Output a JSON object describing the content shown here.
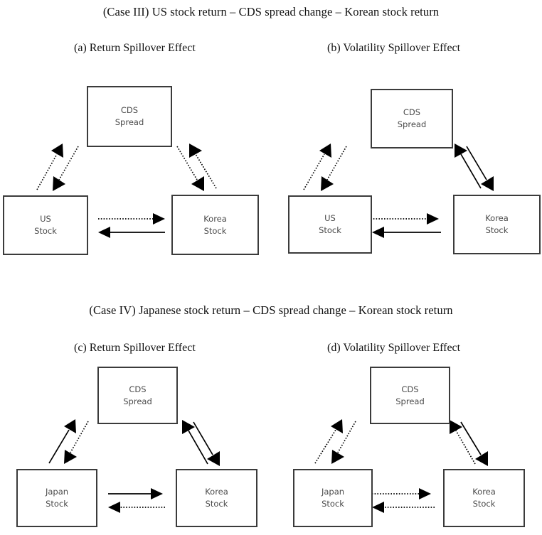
{
  "figure": {
    "cases": [
      {
        "id": "case3",
        "title": "(Case III) US stock return – CDS spread change – Korean stock return",
        "panels": [
          {
            "id": "panel-a",
            "label": "(a) Return Spillover Effect",
            "nodes": {
              "top": {
                "line1": "CDS",
                "line2": "Spread"
              },
              "left": {
                "line1": "US",
                "line2": "Stock"
              },
              "right": {
                "line1": "Korea",
                "line2": "Stock"
              }
            },
            "edges": [
              {
                "name": "left-stock-to-cds",
                "from": "US Stock",
                "to": "CDS Spread",
                "style": "dotted"
              },
              {
                "name": "cds-to-left-stock",
                "from": "CDS Spread",
                "to": "US Stock",
                "style": "dotted"
              },
              {
                "name": "right-stock-to-cds",
                "from": "Korea Stock",
                "to": "CDS Spread",
                "style": "dotted"
              },
              {
                "name": "cds-to-right-stock",
                "from": "CDS Spread",
                "to": "Korea Stock",
                "style": "dotted"
              },
              {
                "name": "left-stock-to-right-stock",
                "from": "US Stock",
                "to": "Korea Stock",
                "style": "dotted"
              },
              {
                "name": "right-stock-to-left-stock",
                "from": "Korea Stock",
                "to": "US Stock",
                "style": "solid"
              }
            ]
          },
          {
            "id": "panel-b",
            "label": "(b) Volatility Spillover Effect",
            "nodes": {
              "top": {
                "line1": "CDS",
                "line2": "Spread"
              },
              "left": {
                "line1": "US",
                "line2": "Stock"
              },
              "right": {
                "line1": "Korea",
                "line2": "Stock"
              }
            },
            "edges": [
              {
                "name": "left-stock-to-cds",
                "from": "US Stock",
                "to": "CDS Spread",
                "style": "dotted"
              },
              {
                "name": "cds-to-left-stock",
                "from": "CDS Spread",
                "to": "US Stock",
                "style": "dotted"
              },
              {
                "name": "right-stock-to-cds",
                "from": "Korea Stock",
                "to": "CDS Spread",
                "style": "solid"
              },
              {
                "name": "cds-to-right-stock",
                "from": "CDS Spread",
                "to": "Korea Stock",
                "style": "solid"
              },
              {
                "name": "left-stock-to-right-stock",
                "from": "US Stock",
                "to": "Korea Stock",
                "style": "dotted"
              },
              {
                "name": "right-stock-to-left-stock",
                "from": "Korea Stock",
                "to": "US Stock",
                "style": "solid"
              }
            ]
          }
        ]
      },
      {
        "id": "case4",
        "title": "(Case IV) Japanese stock return – CDS spread change – Korean stock return",
        "panels": [
          {
            "id": "panel-c",
            "label": "(c) Return Spillover Effect",
            "nodes": {
              "top": {
                "line1": "CDS",
                "line2": "Spread"
              },
              "left": {
                "line1": "Japan",
                "line2": "Stock"
              },
              "right": {
                "line1": "Korea",
                "line2": "Stock"
              }
            },
            "edges": [
              {
                "name": "left-stock-to-cds",
                "from": "Japan Stock",
                "to": "CDS Spread",
                "style": "solid"
              },
              {
                "name": "cds-to-left-stock",
                "from": "CDS Spread",
                "to": "Japan Stock",
                "style": "dotted"
              },
              {
                "name": "right-stock-to-cds",
                "from": "Korea Stock",
                "to": "CDS Spread",
                "style": "solid"
              },
              {
                "name": "cds-to-right-stock",
                "from": "CDS Spread",
                "to": "Korea Stock",
                "style": "solid"
              },
              {
                "name": "left-stock-to-right-stock",
                "from": "Japan Stock",
                "to": "Korea Stock",
                "style": "solid"
              },
              {
                "name": "right-stock-to-left-stock",
                "from": "Korea Stock",
                "to": "Japan Stock",
                "style": "dotted"
              }
            ]
          },
          {
            "id": "panel-d",
            "label": "(d) Volatility Spillover Effect",
            "nodes": {
              "top": {
                "line1": "CDS",
                "line2": "Spread"
              },
              "left": {
                "line1": "Japan",
                "line2": "Stock"
              },
              "right": {
                "line1": "Korea",
                "line2": "Stock"
              }
            },
            "edges": [
              {
                "name": "left-stock-to-cds",
                "from": "Japan Stock",
                "to": "CDS Spread",
                "style": "dotted"
              },
              {
                "name": "cds-to-left-stock",
                "from": "CDS Spread",
                "to": "Japan Stock",
                "style": "dotted"
              },
              {
                "name": "right-stock-to-cds",
                "from": "Korea Stock",
                "to": "CDS Spread",
                "style": "dotted"
              },
              {
                "name": "cds-to-right-stock",
                "from": "CDS Spread",
                "to": "Korea Stock",
                "style": "solid"
              },
              {
                "name": "left-stock-to-right-stock",
                "from": "Japan Stock",
                "to": "Korea Stock",
                "style": "dotted"
              },
              {
                "name": "right-stock-to-left-stock",
                "from": "Korea Stock",
                "to": "Japan Stock",
                "style": "dotted"
              }
            ]
          }
        ]
      }
    ],
    "colors": {
      "box_border": "#3b3b3b",
      "box_text": "#4a4a4a",
      "arrow": "#000000",
      "title_text": "#111111"
    }
  }
}
